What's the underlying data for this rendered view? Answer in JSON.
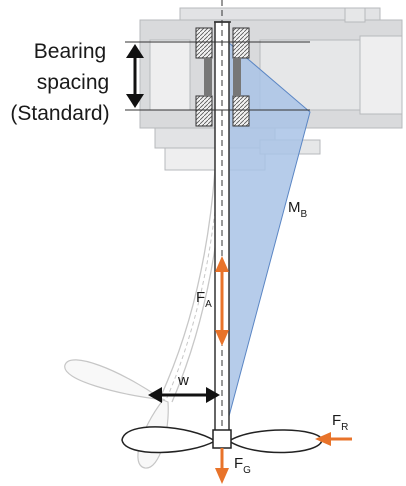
{
  "labels": {
    "bearing_line1": "Bearing",
    "bearing_line2": "spacing",
    "bearing_line3": "(Standard)",
    "mb_main": "M",
    "mb_sub": "B",
    "fa_main": "F",
    "fa_sub": "A",
    "w": "w",
    "fr_main": "F",
    "fr_sub": "R",
    "fg_main": "F",
    "fg_sub": "G"
  },
  "colors": {
    "force_arrow": "#e8732a",
    "moment_fill": "#a9c3e6",
    "moment_edge": "#5b86c4",
    "housing": "#d9dadc",
    "housing_stroke": "#b7b9bc",
    "shaft": "#ffffff",
    "shaft_stroke": "#333333"
  }
}
